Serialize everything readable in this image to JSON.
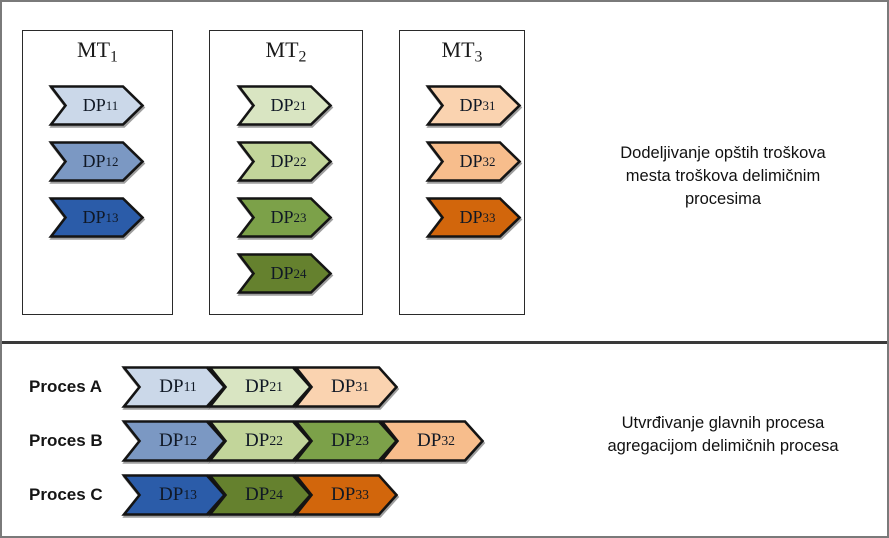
{
  "colors": {
    "chevron_outline": "#141414",
    "panel_border": "#7a7a7a",
    "divider": "#3a3a3a",
    "label_text": "#101825"
  },
  "top_panel": {
    "annotation_lines": [
      "Dodeljivanje opštih troškova",
      "mesta troškova delimičnim",
      "procesima"
    ],
    "groups": [
      {
        "title_base": "MT",
        "title_sub": "1",
        "items": [
          {
            "base": "DP",
            "sub": "11",
            "color": "#CBD8E9"
          },
          {
            "base": "DP",
            "sub": "12",
            "color": "#7B98C3"
          },
          {
            "base": "DP",
            "sub": "13",
            "color": "#2B5CA9"
          }
        ]
      },
      {
        "title_base": "MT",
        "title_sub": "2",
        "items": [
          {
            "base": "DP",
            "sub": "21",
            "color": "#D9E5C2"
          },
          {
            "base": "DP",
            "sub": "22",
            "color": "#C2D59A"
          },
          {
            "base": "DP",
            "sub": "23",
            "color": "#7CA149"
          },
          {
            "base": "DP",
            "sub": "24",
            "color": "#65812E"
          }
        ]
      },
      {
        "title_base": "MT",
        "title_sub": "3",
        "items": [
          {
            "base": "DP",
            "sub": "31",
            "color": "#FAD3B0"
          },
          {
            "base": "DP",
            "sub": "32",
            "color": "#F7BD8C"
          },
          {
            "base": "DP",
            "sub": "33",
            "color": "#D2660C"
          }
        ]
      }
    ]
  },
  "bottom_panel": {
    "annotation_lines": [
      "Utvrđivanje glavnih procesa",
      "agregacijom delimičnih procesa"
    ],
    "rows": [
      {
        "label": "Proces A",
        "items": [
          {
            "base": "DP",
            "sub": "11",
            "color": "#CBD8E9"
          },
          {
            "base": "DP",
            "sub": "21",
            "color": "#D9E5C2"
          },
          {
            "base": "DP",
            "sub": "31",
            "color": "#FAD3B0"
          }
        ]
      },
      {
        "label": "Proces B",
        "items": [
          {
            "base": "DP",
            "sub": "12",
            "color": "#7B98C3"
          },
          {
            "base": "DP",
            "sub": "22",
            "color": "#C2D59A"
          },
          {
            "base": "DP",
            "sub": "23",
            "color": "#7CA149"
          },
          {
            "base": "DP",
            "sub": "32",
            "color": "#F7BD8C"
          }
        ]
      },
      {
        "label": "Proces C",
        "items": [
          {
            "base": "DP",
            "sub": "13",
            "color": "#2B5CA9"
          },
          {
            "base": "DP",
            "sub": "24",
            "color": "#65812E"
          },
          {
            "base": "DP",
            "sub": "33",
            "color": "#D2660C"
          }
        ]
      }
    ]
  }
}
